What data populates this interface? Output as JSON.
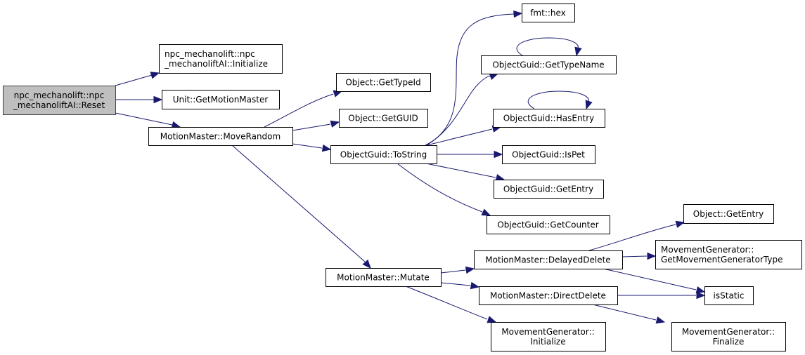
{
  "graph": {
    "kind": "call-graph",
    "edge_color": "#191970",
    "root_fill": "#bfbfbf",
    "node_fill": "#ffffff",
    "nodes": [
      {
        "id": "reset",
        "lines": [
          "npc_mechanolift::npc",
          "_mechanoliftAI::Reset"
        ],
        "root": true
      },
      {
        "id": "initialize_ai",
        "lines": [
          "npc_mechanolift::npc",
          "_mechanoliftAI::Initialize"
        ]
      },
      {
        "id": "get_motion_master",
        "lines": [
          "Unit::GetMotionMaster"
        ]
      },
      {
        "id": "move_random",
        "lines": [
          "MotionMaster::MoveRandom"
        ]
      },
      {
        "id": "get_type_id",
        "lines": [
          "Object::GetTypeId"
        ]
      },
      {
        "id": "get_guid",
        "lines": [
          "Object::GetGUID"
        ]
      },
      {
        "id": "to_string",
        "lines": [
          "ObjectGuid::ToString"
        ]
      },
      {
        "id": "fmt_hex",
        "lines": [
          "fmt::hex"
        ]
      },
      {
        "id": "get_type_name",
        "lines": [
          "ObjectGuid::GetTypeName"
        ]
      },
      {
        "id": "has_entry",
        "lines": [
          "ObjectGuid::HasEntry"
        ]
      },
      {
        "id": "is_pet",
        "lines": [
          "ObjectGuid::IsPet"
        ]
      },
      {
        "id": "guid_get_entry",
        "lines": [
          "ObjectGuid::GetEntry"
        ]
      },
      {
        "id": "get_counter",
        "lines": [
          "ObjectGuid::GetCounter"
        ]
      },
      {
        "id": "mutate",
        "lines": [
          "MotionMaster::Mutate"
        ]
      },
      {
        "id": "delayed_delete",
        "lines": [
          "MotionMaster::DelayedDelete"
        ]
      },
      {
        "id": "direct_delete",
        "lines": [
          "MotionMaster::DirectDelete"
        ]
      },
      {
        "id": "mg_initialize",
        "lines": [
          "MovementGenerator::",
          "Initialize"
        ]
      },
      {
        "id": "object_get_entry",
        "lines": [
          "Object::GetEntry"
        ]
      },
      {
        "id": "get_mg_type",
        "lines": [
          "MovementGenerator::",
          "GetMovementGeneratorType"
        ]
      },
      {
        "id": "is_static",
        "lines": [
          "isStatic"
        ]
      },
      {
        "id": "mg_finalize",
        "lines": [
          "MovementGenerator::",
          "Finalize"
        ]
      }
    ],
    "edges": [
      {
        "from": "reset",
        "to": "initialize_ai"
      },
      {
        "from": "reset",
        "to": "get_motion_master"
      },
      {
        "from": "reset",
        "to": "move_random"
      },
      {
        "from": "move_random",
        "to": "get_type_id"
      },
      {
        "from": "move_random",
        "to": "get_guid"
      },
      {
        "from": "move_random",
        "to": "to_string"
      },
      {
        "from": "move_random",
        "to": "mutate"
      },
      {
        "from": "to_string",
        "to": "fmt_hex"
      },
      {
        "from": "to_string",
        "to": "get_type_name"
      },
      {
        "from": "to_string",
        "to": "has_entry"
      },
      {
        "from": "to_string",
        "to": "is_pet"
      },
      {
        "from": "to_string",
        "to": "guid_get_entry"
      },
      {
        "from": "to_string",
        "to": "get_counter"
      },
      {
        "from": "get_type_name",
        "to": "get_type_name"
      },
      {
        "from": "has_entry",
        "to": "has_entry"
      },
      {
        "from": "mutate",
        "to": "delayed_delete"
      },
      {
        "from": "mutate",
        "to": "direct_delete"
      },
      {
        "from": "mutate",
        "to": "mg_initialize"
      },
      {
        "from": "delayed_delete",
        "to": "object_get_entry"
      },
      {
        "from": "delayed_delete",
        "to": "get_mg_type"
      },
      {
        "from": "delayed_delete",
        "to": "is_static"
      },
      {
        "from": "direct_delete",
        "to": "is_static"
      },
      {
        "from": "direct_delete",
        "to": "mg_finalize"
      }
    ]
  }
}
